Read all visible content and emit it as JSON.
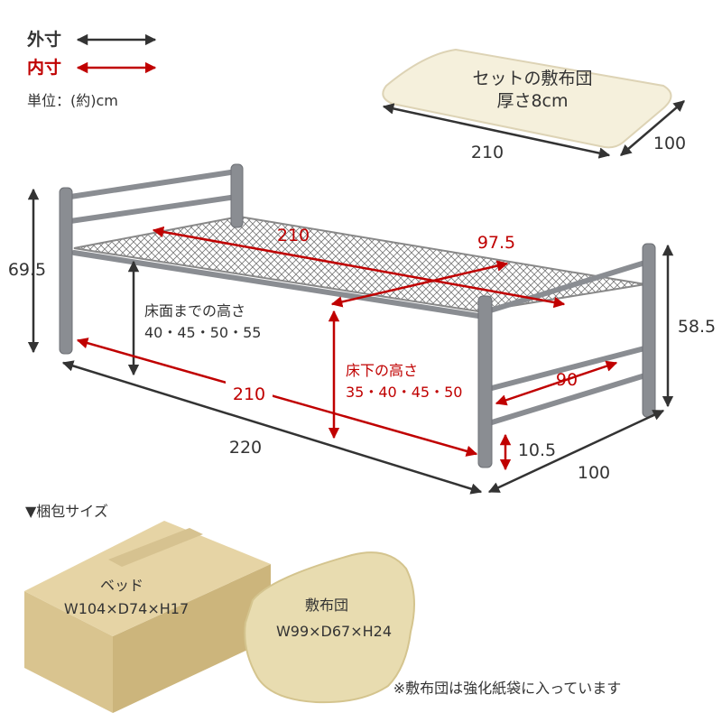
{
  "legend": {
    "outer": "外寸",
    "inner": "内寸",
    "unit": "単位：(約)cm"
  },
  "futon": {
    "title": "セットの敷布団",
    "thickness": "厚さ8cm",
    "length": "210",
    "width": "100"
  },
  "bed": {
    "height_head": "69.5",
    "height_foot": "58.5",
    "outer_length": "220",
    "outer_width": "100",
    "inner_length_bottom": "210",
    "inner_length_top": "210",
    "inner_width": "97.5",
    "inner_foot_width": "90",
    "floor_clearance_leg": "10.5",
    "deck_height_label": "床面までの高さ",
    "deck_height_values": "40・45・50・55",
    "under_height_label": "床下の高さ",
    "under_height_values": "35・40・45・50"
  },
  "packing": {
    "title": "▼梱包サイズ",
    "bed_label": "ベッド",
    "bed_size": "W104×D74×H17",
    "futon_label": "敷布団",
    "futon_size": "W99×D67×H24",
    "note": "※敷布団は強化紙袋に入っています"
  },
  "colors": {
    "outer": "#333333",
    "inner": "#c00000",
    "box": "#e2cf9f",
    "futon": "#f5f0dc"
  }
}
